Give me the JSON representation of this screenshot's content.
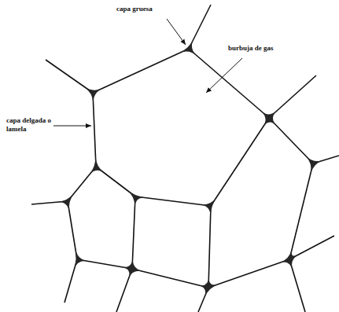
{
  "diagram": {
    "labels": [
      "capa gruesa",
      "burbuja de gas",
      "capa delgada o lamela"
    ]
  }
}
